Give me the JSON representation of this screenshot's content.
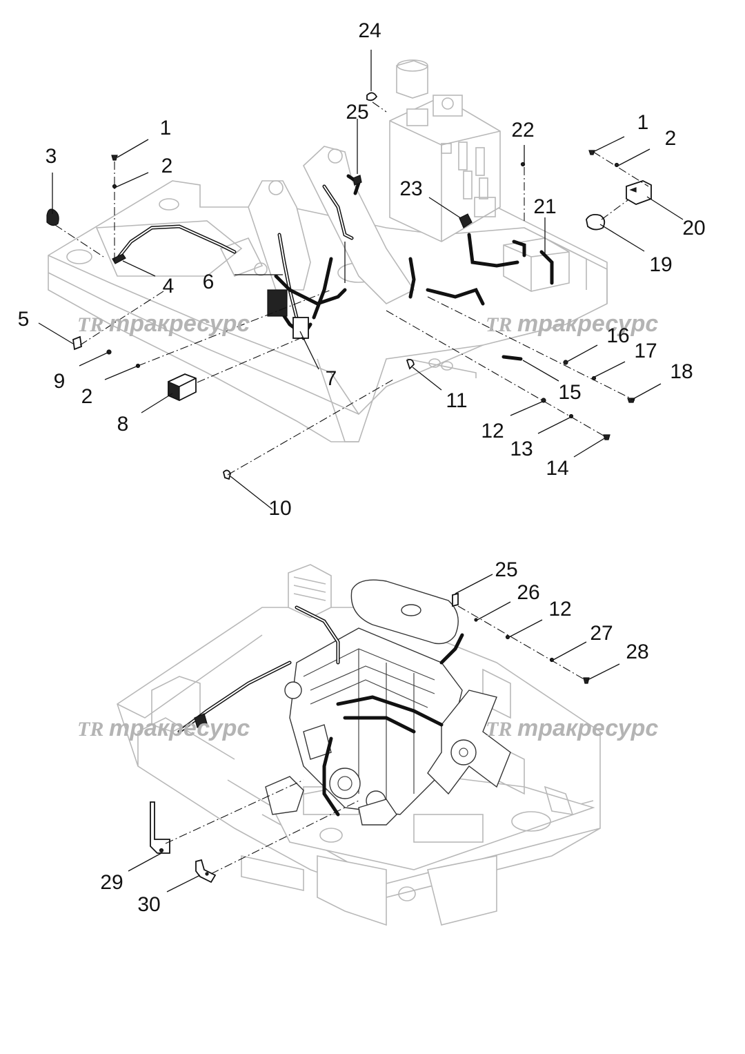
{
  "watermark": {
    "logo_text": "TR",
    "brand_text": "тракресурс"
  },
  "colors": {
    "line": "#111111",
    "frame": "#b8b8b8",
    "watermark": "#b4b4b4"
  },
  "callouts": {
    "top": [
      "24",
      "25",
      "1",
      "2",
      "3",
      "22",
      "1",
      "2",
      "23",
      "21",
      "20",
      "19",
      "4",
      "6",
      "5",
      "9",
      "2",
      "7",
      "8",
      "16",
      "17",
      "18",
      "15",
      "11",
      "12",
      "13",
      "14",
      "10"
    ],
    "bottom": [
      "25",
      "26",
      "12",
      "27",
      "28",
      "29",
      "30"
    ]
  }
}
